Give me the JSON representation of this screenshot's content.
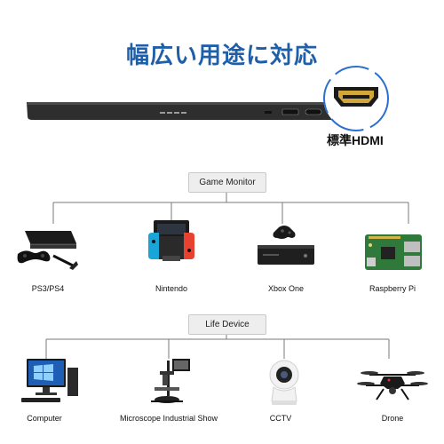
{
  "header": {
    "title": "幅広い用途に対応",
    "hdmi_label": "標準HDMI"
  },
  "game_section": {
    "label": "Game Monitor",
    "devices": [
      {
        "label": "PS3/PS4",
        "icon": "playstation-icon"
      },
      {
        "label": "Nintendo",
        "icon": "nintendo-switch-icon"
      },
      {
        "label": "Xbox One",
        "icon": "xbox-icon"
      },
      {
        "label": "Raspberry Pi",
        "icon": "raspberry-pi-icon"
      }
    ]
  },
  "life_section": {
    "label": "Life  Device",
    "devices": [
      {
        "label": "Computer",
        "icon": "computer-icon"
      },
      {
        "label": "Microscope Industrial Show",
        "icon": "microscope-icon"
      },
      {
        "label": "CCTV",
        "icon": "cctv-camera-icon"
      },
      {
        "label": "Drone",
        "icon": "drone-icon"
      }
    ]
  },
  "colors": {
    "title_blue": "#1f5fa8",
    "callout_blue": "#2a6fd1",
    "line_gray": "#7a7a7a"
  }
}
